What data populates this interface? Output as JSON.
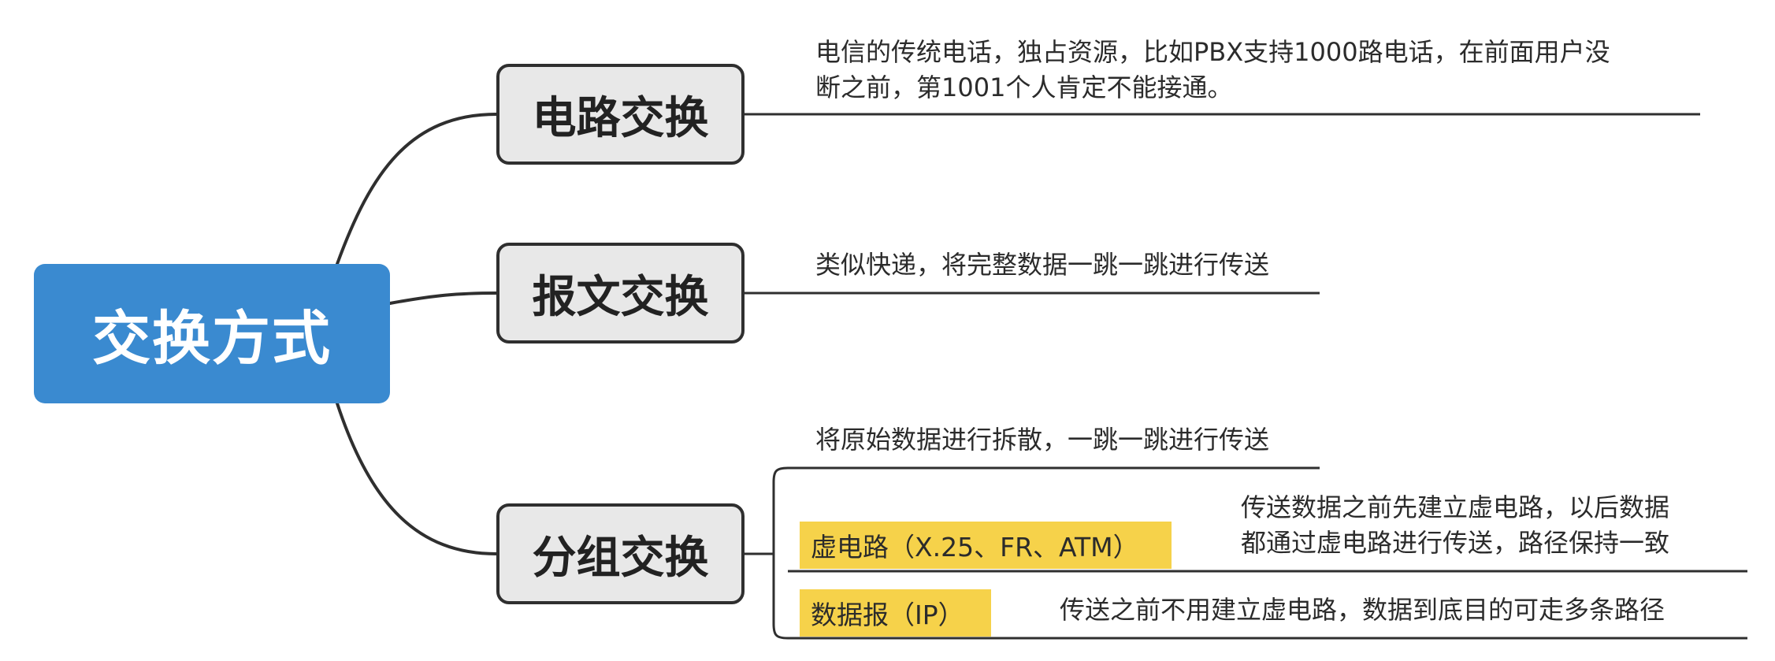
{
  "root": {
    "label": "交换方式"
  },
  "branches": [
    {
      "label": "电路交换",
      "desc_lines": [
        "电信的传统电话，独占资源，比如PBX支持1000路电话，在前面用户没",
        "断之前，第1001个人肯定不能接通。"
      ]
    },
    {
      "label": "报文交换",
      "desc": "类似快递，将完整数据一跳一跳进行传送"
    },
    {
      "label": "分组交换",
      "desc": "将原始数据进行拆散，一跳一跳进行传送",
      "subtopics": [
        {
          "label": "虚电路（X.25、FR、ATM）",
          "desc_lines": [
            "传送数据之前先建立虚电路，以后数据",
            "都通过虚电路进行传送，路径保持一致"
          ]
        },
        {
          "label": "数据报（IP）",
          "desc": "传送之前不用建立虚电路，数据到底目的可走多条路径"
        }
      ]
    }
  ],
  "colors": {
    "root_fill": "#3a8ad0",
    "topic_fill": "#e8e8e8",
    "topic_border": "#2f2f2f",
    "tag_fill": "#f6d24a",
    "line": "#2f2f2f"
  }
}
